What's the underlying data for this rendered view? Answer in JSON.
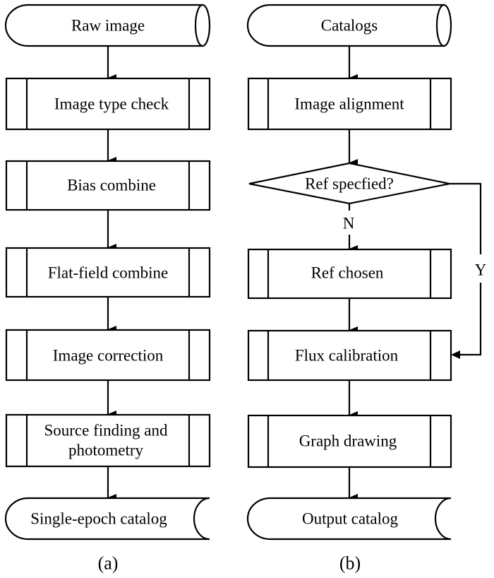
{
  "diagram": {
    "panel_a": {
      "caption": "(a)",
      "start": "Raw image",
      "steps": [
        "Image type check",
        "Bias combine",
        "Flat-field combine",
        "Image correction",
        [
          "Source finding and",
          "photometry"
        ]
      ],
      "end": "Single-epoch catalog"
    },
    "panel_b": {
      "caption": "(b)",
      "start": "Catalogs",
      "step_alignment": "Image alignment",
      "decision": "Ref specfied?",
      "branch_no_label": "N",
      "branch_yes_label": "Y",
      "step_ref": "Ref chosen",
      "step_flux": "Flux calibration",
      "step_graph": "Graph drawing",
      "end": "Output catalog"
    }
  }
}
